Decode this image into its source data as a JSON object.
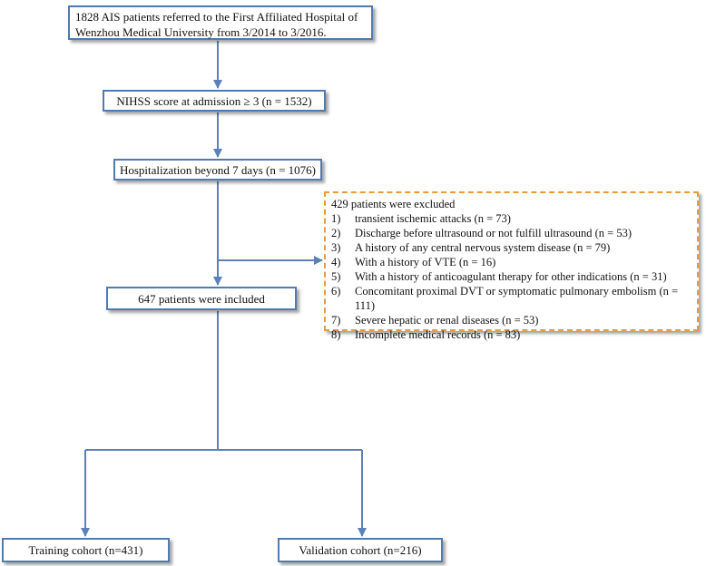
{
  "flowchart": {
    "start": {
      "line1": "1828 AIS patients referred to the First Affiliated Hospital of",
      "line2": "Wenzhou Medical University from 3/2014 to 3/2016."
    },
    "nihss": "NIHSS score at admission ≥ 3 (n = 1532)",
    "hospitalization": "Hospitalization beyond 7 days (n = 1076)",
    "excluded": {
      "title": "429 patients were excluded",
      "items": [
        {
          "num": "1)",
          "text": "transient ischemic attacks (n = 73)"
        },
        {
          "num": "2)",
          "text": "Discharge before ultrasound or not fulfill ultrasound (n = 53)"
        },
        {
          "num": "3)",
          "text": "A history of any central nervous system disease (n = 79)"
        },
        {
          "num": "4)",
          "text": "With a history of VTE (n = 16)"
        },
        {
          "num": "5)",
          "text": "With a history of anticoagulant therapy for other indications (n = 31)"
        },
        {
          "num": "6)",
          "text": "Concomitant proximal DVT or symptomatic pulmonary embolism (n = 111)"
        },
        {
          "num": "7)",
          "text": "Severe hepatic or renal diseases (n = 53)"
        },
        {
          "num": "8)",
          "text": "Incomplete medical records (n = 83)"
        }
      ]
    },
    "included": "647 patients were included",
    "training": "Training cohort (n=431)",
    "validation": "Validation cohort (n=216)"
  },
  "colors": {
    "box_border": "#4f7bb0",
    "arrow": "#5b82b8",
    "excluded_border": "#ee9a3a"
  }
}
